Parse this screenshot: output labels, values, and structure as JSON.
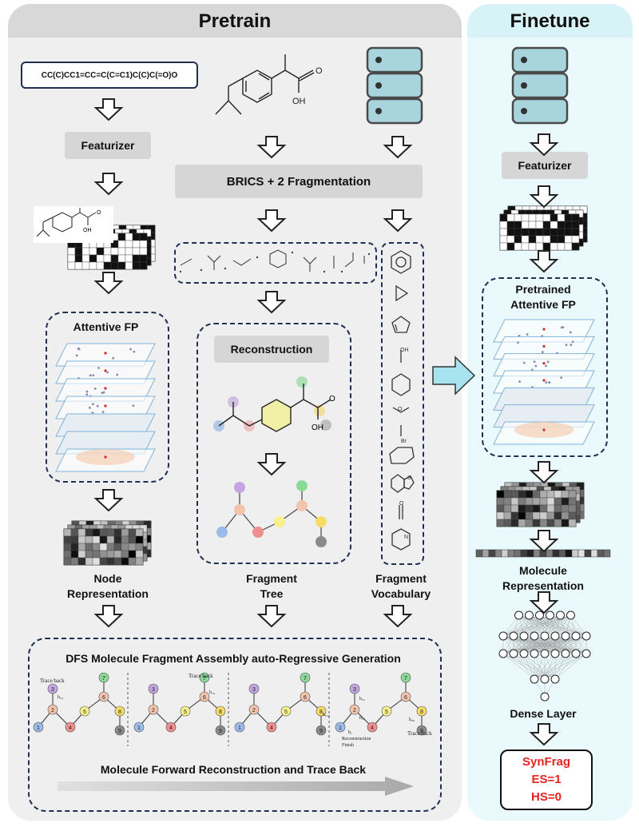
{
  "pretrain": {
    "title": "Pretrain",
    "smiles": "CC(C)CC1=CC=C(C=C1)C(C)C(=O)O",
    "featurizer": "Featurizer",
    "fragmentation": "BRICS + 2  Fragmentation",
    "attentive_fp": "Attentive FP",
    "reconstruction": "Reconstruction",
    "node_representation": "Node\nRepresentation",
    "fragment_tree": "Fragment\nTree",
    "fragment_vocabulary": "Fragment\nVocabulary",
    "dfs_title": "DFS Molecule Fragment Assembly auto-Regressive Generation",
    "forward_title": "Molecule Forward Reconstruction and Trace Back",
    "dfs_annotations": {
      "trace_back": "Trace back",
      "reconstruction_finish": "Reconstruction\nFinish",
      "h_labels": [
        "h₃₃",
        "h₇₆",
        "h₈₁₀",
        "h₃₂",
        "h₃₁",
        "h₉₈",
        "h₁"
      ]
    },
    "tree_node_numbers": [
      "1",
      "2",
      "3",
      "4",
      "5",
      "6",
      "7",
      "8",
      "9"
    ]
  },
  "finetune": {
    "title": "Finetune",
    "featurizer": "Featurizer",
    "pretrained_fp": "Pretrained\nAttentive FP",
    "molecule_representation": "Molecule\nRepresentation",
    "dense_layer": "Dense Layer",
    "output": [
      "SynFrag",
      "ES=1",
      "HS=0"
    ]
  },
  "colors": {
    "pretrain_bg": "#efefef",
    "finetune_bg": "#eaf9fb",
    "dashed_border": "#1f2f52",
    "output_text": "#e52421",
    "big_arrow": "#a8e4f0",
    "database": "#a8d5dd"
  },
  "icons": [
    "database-icon",
    "molecule-icon",
    "fingerprint-grid-icon",
    "graph-layers-icon",
    "fragment-icon",
    "dense-network-icon"
  ]
}
